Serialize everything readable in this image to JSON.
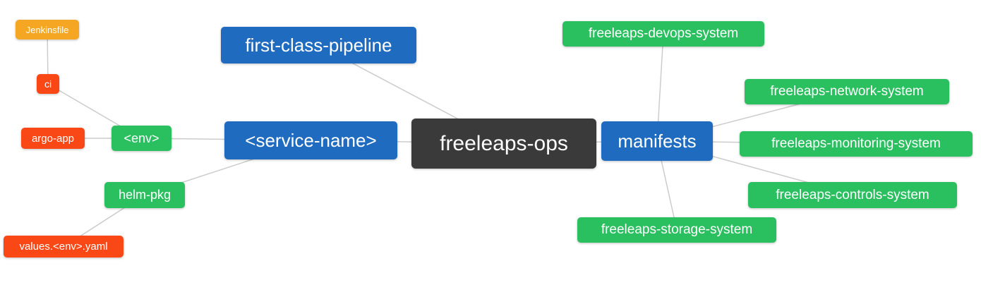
{
  "diagram": {
    "type": "mindmap",
    "root": {
      "label": "freeleaps-ops"
    },
    "nodes": {
      "freeleaps_ops": {
        "label": "freeleaps-ops"
      },
      "first_class_pipeline": {
        "label": "first-class-pipeline"
      },
      "service_name": {
        "label": "<service-name>"
      },
      "manifests": {
        "label": "manifests"
      },
      "env": {
        "label": "<env>"
      },
      "helm_pkg": {
        "label": "helm-pkg"
      },
      "ci": {
        "label": "ci"
      },
      "argo_app": {
        "label": "argo-app"
      },
      "jenkinsfile": {
        "label": "Jenkinsfile"
      },
      "values_env_yaml": {
        "label": "values.<env>.yaml"
      },
      "freeleaps_devops_system": {
        "label": "freeleaps-devops-system"
      },
      "freeleaps_network_system": {
        "label": "freeleaps-network-system"
      },
      "freeleaps_monitoring_system": {
        "label": "freeleaps-monitoring-system"
      },
      "freeleaps_controls_system": {
        "label": "freeleaps-controls-system"
      },
      "freeleaps_storage_system": {
        "label": "freeleaps-storage-system"
      }
    },
    "edges": [
      [
        "freeleaps-ops",
        "first-class-pipeline"
      ],
      [
        "freeleaps-ops",
        "<service-name>"
      ],
      [
        "freeleaps-ops",
        "manifests"
      ],
      [
        "<service-name>",
        "<env>"
      ],
      [
        "<service-name>",
        "helm-pkg"
      ],
      [
        "<env>",
        "ci"
      ],
      [
        "<env>",
        "argo-app"
      ],
      [
        "ci",
        "Jenkinsfile"
      ],
      [
        "helm-pkg",
        "values.<env>.yaml"
      ],
      [
        "manifests",
        "freeleaps-devops-system"
      ],
      [
        "manifests",
        "freeleaps-network-system"
      ],
      [
        "manifests",
        "freeleaps-monitoring-system"
      ],
      [
        "manifests",
        "freeleaps-controls-system"
      ],
      [
        "manifests",
        "freeleaps-storage-system"
      ]
    ],
    "colors": {
      "blue": "#1e6bc0",
      "green": "#2abf5f",
      "orange": "#f5a623",
      "red": "#f94716",
      "dark": "#3a3a3a",
      "edge": "#cccccc"
    }
  }
}
